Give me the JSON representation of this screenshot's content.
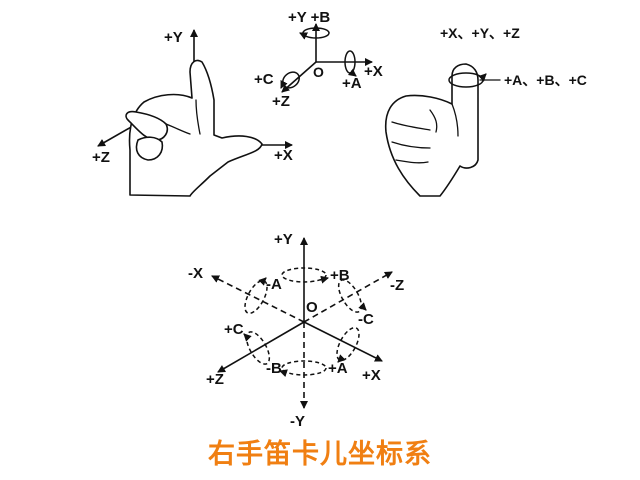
{
  "colors": {
    "ink": "#111111",
    "caption": "#f07f12"
  },
  "caption": "右手笛卡儿坐标系",
  "hand_left": {
    "y": "+Y",
    "x": "+X",
    "z": "+Z"
  },
  "small_axes": {
    "y_b": "+Y  +B",
    "c": "+C",
    "o": "O",
    "x": "+X",
    "a": "+A",
    "z": "+Z"
  },
  "hand_right": {
    "xyz": "+X、+Y、+Z",
    "abc": "+A、+B、+C"
  },
  "main_axes": {
    "py": "+Y",
    "ny": "-Y",
    "nx": "-X",
    "px": "+X",
    "nz": "-Z",
    "pz": "+Z",
    "na": "-A",
    "pa": "+A",
    "pb": "+B",
    "nb": "-B",
    "pc": "+C",
    "nc": "-C",
    "o": "O"
  }
}
